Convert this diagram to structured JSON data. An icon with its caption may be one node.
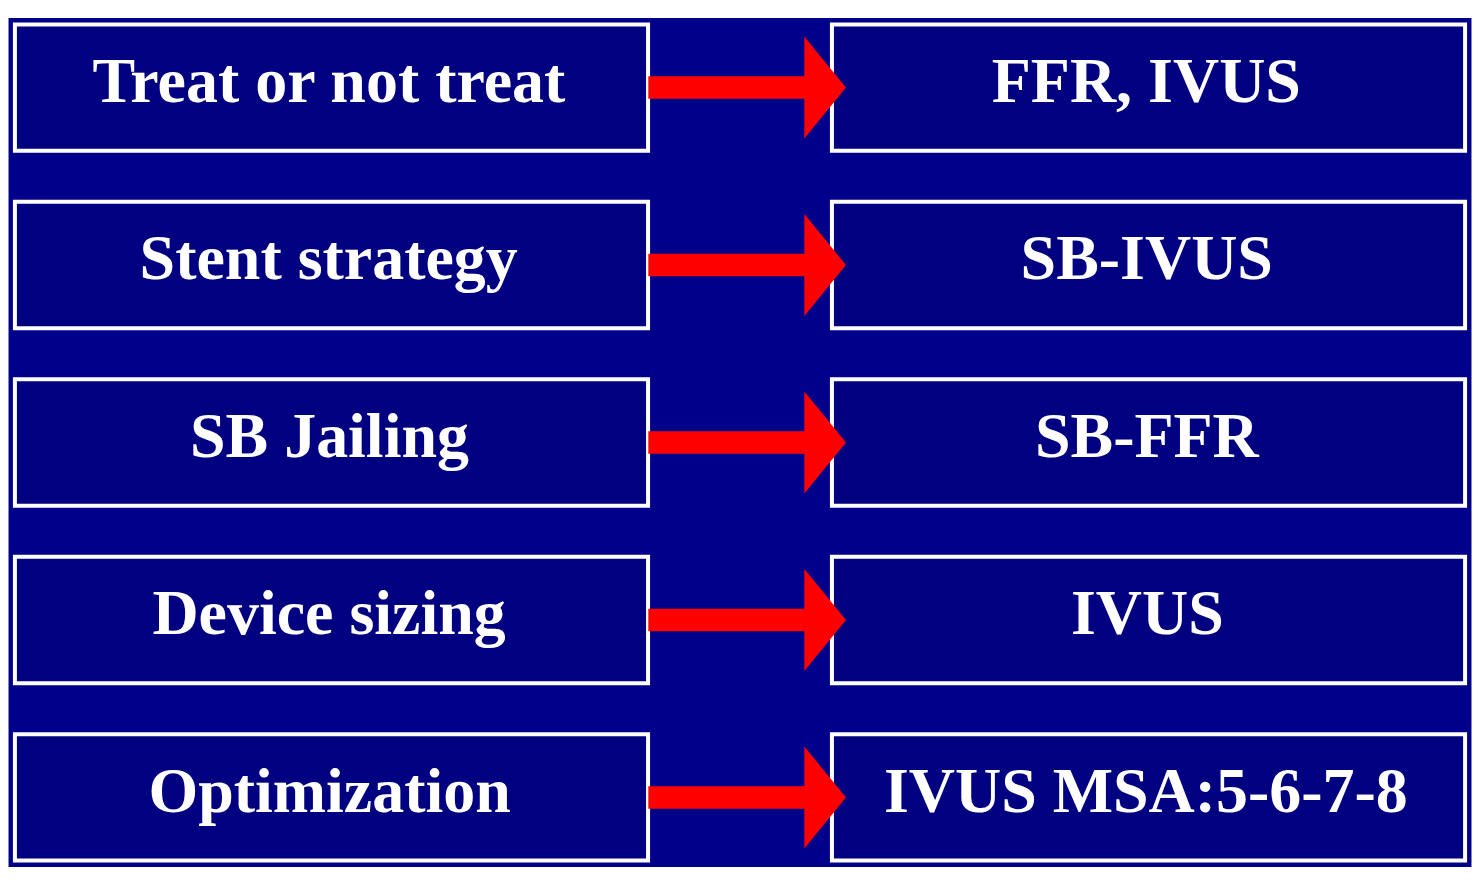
{
  "diagram": {
    "nodes": [
      {
        "text": [
          "Treat or not treat"
        ]
      },
      {
        "text": [
          "FFR, IVUS"
        ]
      },
      {
        "text": [
          "Stent strategy"
        ]
      },
      {
        "text": [
          "SB-IVUS"
        ]
      },
      {
        "text": [
          "SB Jailing"
        ]
      },
      {
        "text": [
          "SB-FFR"
        ]
      },
      {
        "text": [
          "Device sizing"
        ]
      },
      {
        "text": [
          "IVUS"
        ]
      },
      {
        "text": [
          "Optimization"
        ]
      },
      {
        "text": [
          "IVUS MSA:5-6-7-8"
        ]
      }
    ],
    "edges": [
      {
        "from": 0,
        "to": 1,
        "arrow": "to"
      },
      {
        "from": 2,
        "to": 3,
        "arrow": "to"
      },
      {
        "from": 4,
        "to": 5,
        "arrow": "to"
      },
      {
        "from": 6,
        "to": 7,
        "arrow": "to"
      },
      {
        "from": 8,
        "to": 9,
        "arrow": "to"
      }
    ]
  }
}
